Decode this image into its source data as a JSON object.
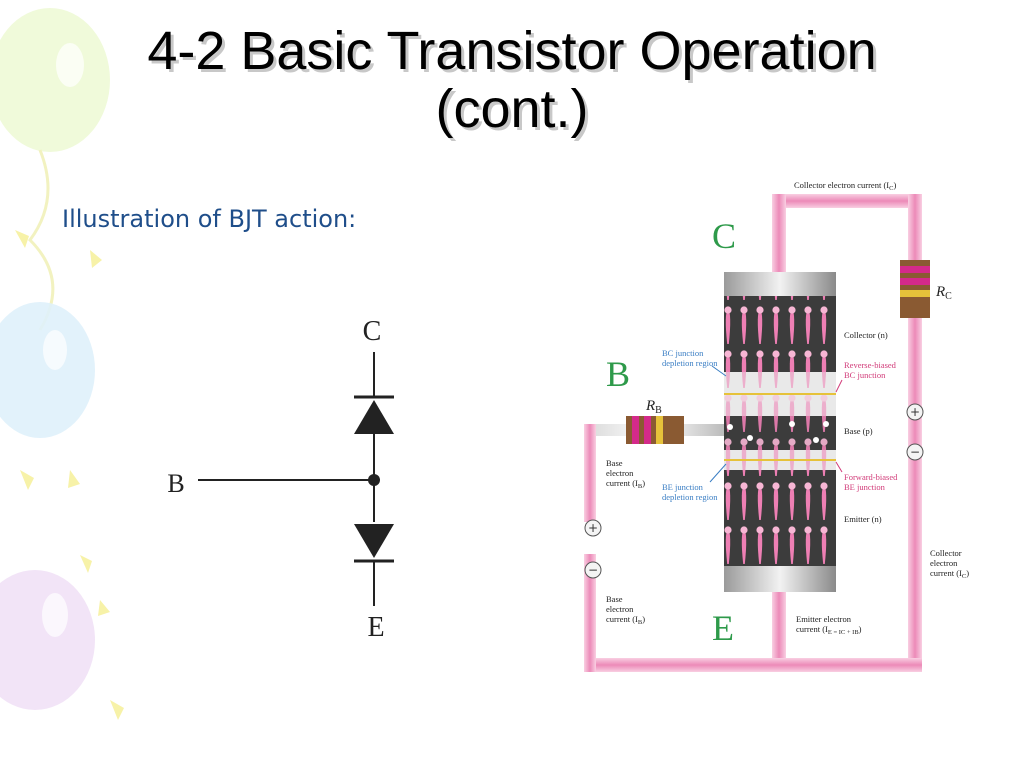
{
  "slide": {
    "title_line1": "4-2 Basic Transistor Operation",
    "title_line2": "(cont.)",
    "subtitle": "Illustration of BJT action:"
  },
  "diode_model": {
    "collector_label": "C",
    "base_label": "B",
    "emitter_label": "E"
  },
  "physical": {
    "collector_big": "C",
    "base_big": "B",
    "emitter_big": "E",
    "collector_current_top": "Collector electron current (I",
    "collector_current_top_sub": "C",
    "rc_label": "R",
    "rc_sub": "C",
    "rb_label": "R",
    "rb_sub": "B",
    "collector_region": "Collector (n)",
    "base_region": "Base (p)",
    "emitter_region": "Emitter (n)",
    "bc_depletion": [
      "BC junction",
      "depletion region"
    ],
    "reverse_biased": [
      "Reverse-biased",
      "BC junction"
    ],
    "be_depletion": [
      "BE junction",
      "depletion region"
    ],
    "forward_biased": [
      "Forward-biased",
      "BE junction"
    ],
    "base_current_upper": [
      "Base",
      "electron",
      "current (I"
    ],
    "base_current_upper_sub": "B",
    "base_current_lower": [
      "Base",
      "electron",
      "current (I"
    ],
    "base_current_lower_sub": "B",
    "collector_current_right": [
      "Collector",
      "electron",
      "current (I"
    ],
    "collector_current_right_sub": "C",
    "emitter_current": [
      "Emitter electron",
      "current (I"
    ],
    "emitter_current_sub": "E = IC + IB",
    "plus": "+",
    "minus": "−"
  },
  "colors": {
    "subtitle": "#1f4e8a",
    "region_label_green": "#2e9a4a",
    "junction_blue": "#3a7ec4",
    "junction_pink": "#d13a78",
    "wire_pink": "#f2a0c6",
    "crystal_dark": "#3c3c3c"
  }
}
